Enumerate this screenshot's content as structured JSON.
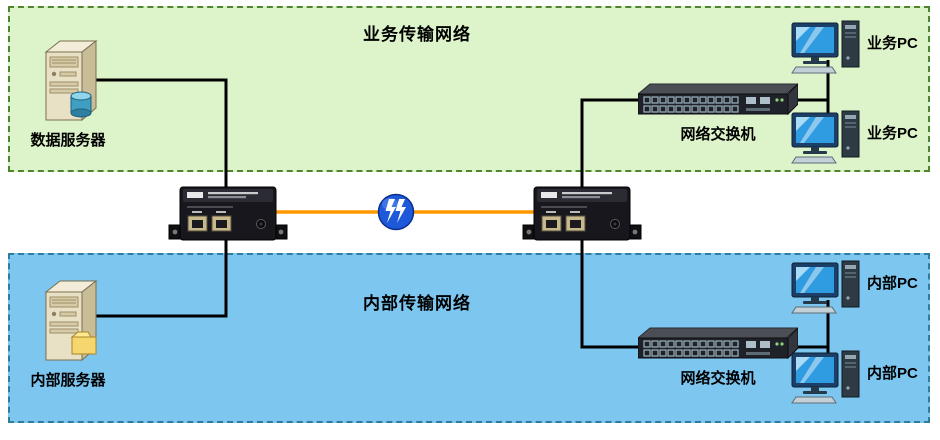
{
  "zones": {
    "business": {
      "title": "业务传输网络"
    },
    "internal": {
      "title": "内部传输网络"
    }
  },
  "nodes": {
    "data_server": {
      "label": "数据服务器",
      "icon": "server-tower-database-icon"
    },
    "internal_server": {
      "label": "内部服务器",
      "icon": "server-tower-folder-icon"
    },
    "business_switch": {
      "label": "网络交换机",
      "icon": "ethernet-switch-icon"
    },
    "internal_switch": {
      "label": "网络交换机",
      "icon": "ethernet-switch-icon"
    },
    "business_pc_1": {
      "label": "业务PC",
      "icon": "desktop-pc-icon"
    },
    "business_pc_2": {
      "label": "业务PC",
      "icon": "desktop-pc-icon"
    },
    "internal_pc_1": {
      "label": "内部PC",
      "icon": "desktop-pc-icon"
    },
    "internal_pc_2": {
      "label": "内部PC",
      "icon": "desktop-pc-icon"
    },
    "fiber_converter_left": {
      "icon": "media-converter-icon"
    },
    "fiber_converter_right": {
      "icon": "media-converter-icon"
    },
    "wan_link": {
      "icon": "lightning-link-icon"
    }
  },
  "connections": [
    {
      "from": "data_server",
      "to": "fiber_converter_left",
      "type": "copper"
    },
    {
      "from": "internal_server",
      "to": "fiber_converter_left",
      "type": "copper"
    },
    {
      "from": "fiber_converter_left",
      "to": "fiber_converter_right",
      "type": "fiber",
      "via": "wan_link"
    },
    {
      "from": "fiber_converter_right",
      "to": "business_switch",
      "type": "copper"
    },
    {
      "from": "fiber_converter_right",
      "to": "internal_switch",
      "type": "copper"
    },
    {
      "from": "business_switch",
      "to": "business_pc_1",
      "type": "copper"
    },
    {
      "from": "business_switch",
      "to": "business_pc_2",
      "type": "copper"
    },
    {
      "from": "internal_switch",
      "to": "internal_pc_1",
      "type": "copper"
    },
    {
      "from": "internal_switch",
      "to": "internal_pc_2",
      "type": "copper"
    }
  ],
  "colors": {
    "business_zone_bg": "#ddf3c9",
    "business_zone_border": "#4f8430",
    "internal_zone_bg": "#7cc6f0",
    "internal_zone_border": "#2f7d9e",
    "cable": "#000000",
    "fiber_link": "#ff9800",
    "wan_icon_blue": "#1d59d8"
  }
}
